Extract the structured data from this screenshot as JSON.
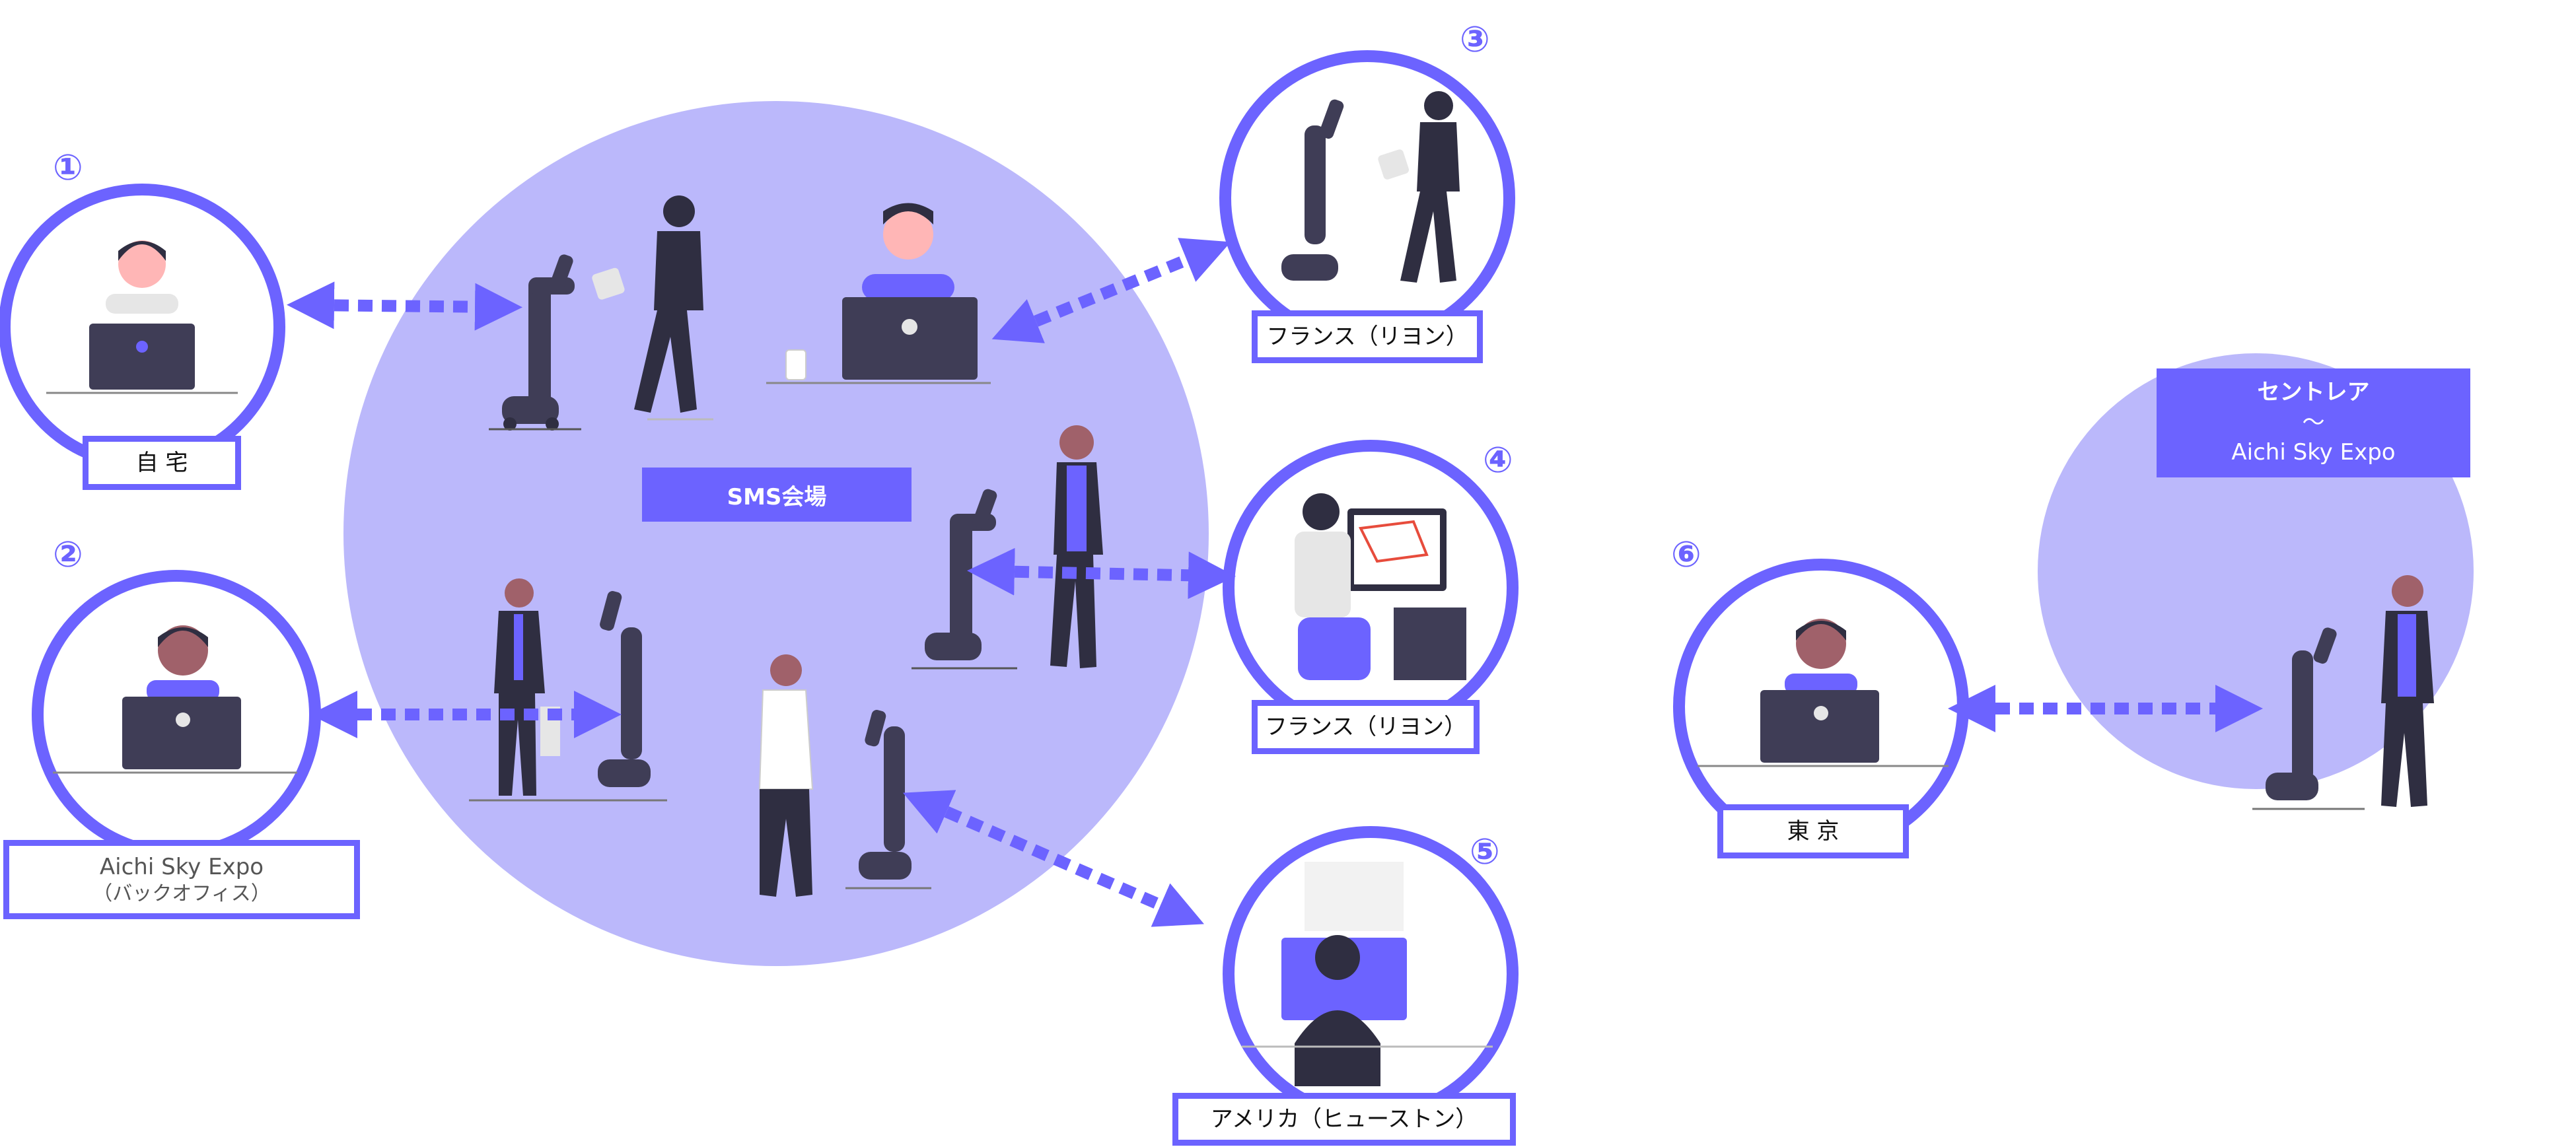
{
  "venue": {
    "label": "SMS会場"
  },
  "remote_sites": [
    {
      "number": "①",
      "label_lines": [
        "自 宅"
      ]
    },
    {
      "number": "②",
      "label_lines": [
        "Aichi Sky Expo",
        "（バックオフィス）"
      ]
    },
    {
      "number": "③",
      "label_lines": [
        "フランス（リヨン）"
      ]
    },
    {
      "number": "④",
      "label_lines": [
        "フランス（リヨン）"
      ]
    },
    {
      "number": "⑤",
      "label_lines": [
        "アメリカ（ヒューストン）"
      ]
    },
    {
      "number": "⑥",
      "label_lines": [
        "東 京"
      ]
    }
  ],
  "expo_box": {
    "lines": [
      "セントレア",
      "～",
      "Aichi Sky Expo"
    ]
  },
  "colors": {
    "accent": "#6c63ff",
    "venue_fill": "#bbb8fb",
    "expo_fill": "#bbb8fb",
    "figure_dark": "#2f2e41",
    "skin": "#ffb6b6",
    "label_text": "#111111"
  }
}
